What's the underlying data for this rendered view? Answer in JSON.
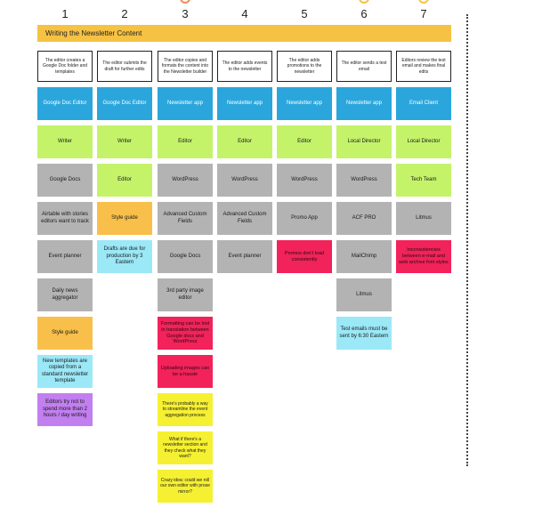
{
  "banner": "Writing the Newsletter Content",
  "column_numbers": [
    "1",
    "2",
    "3",
    "4",
    "5",
    "6",
    "7"
  ],
  "accent_circles": [
    "#f28a5b",
    "#f6c244",
    "#f6c244"
  ],
  "columns": [
    {
      "step": "The editor creates a Google Doc folder and templates",
      "cards": [
        {
          "color": "blue",
          "text": "Google Doc Editor"
        },
        {
          "color": "green",
          "text": "Writer"
        },
        {
          "color": "gray",
          "text": "Google Docs"
        },
        {
          "color": "gray",
          "text": "Airtable with stories editors want to track"
        },
        {
          "color": "gray",
          "text": "Event planner"
        },
        {
          "color": "gray",
          "text": "Daily news aggregator"
        },
        {
          "color": "orange",
          "text": "Style guide"
        },
        {
          "color": "lightblue",
          "text": "New templates are copied from a standard newsletter template"
        },
        {
          "color": "purple",
          "text": "Editors try not to spend more than 2 hours / day writing"
        }
      ]
    },
    {
      "step": "The editor submits the draft for further edits",
      "cards": [
        {
          "color": "blue",
          "text": "Google Doc Editor"
        },
        {
          "color": "green",
          "text": "Writer"
        },
        {
          "color": "green",
          "text": "Editor"
        },
        {
          "color": "orange",
          "text": "Style guide"
        },
        {
          "color": "lightblue",
          "text": "Drafts are due for production by 3 Eastern"
        }
      ]
    },
    {
      "step": "The editor copies and formats the content into the Newsletter builder",
      "cards": [
        {
          "color": "blue",
          "text": "Newsletter app"
        },
        {
          "color": "green",
          "text": "Editor"
        },
        {
          "color": "gray",
          "text": "WordPress"
        },
        {
          "color": "gray",
          "text": "Advanced Custom Fields"
        },
        {
          "color": "gray",
          "text": "Google Docs"
        },
        {
          "color": "gray",
          "text": "3rd party image editor"
        },
        {
          "color": "pink",
          "text": "Formatting can be lost in translation between Google docs and WordPress"
        },
        {
          "color": "pink",
          "text": "Uploading images can be a hassle"
        },
        {
          "color": "yellow",
          "text": "There's probably a way to streamline the event aggregation process"
        },
        {
          "color": "yellow",
          "text": "What if there's a newsletter section and they check what they want?"
        },
        {
          "color": "yellow",
          "text": "Crazy idea: could we roll our own editor with prose mirror?"
        }
      ]
    },
    {
      "step": "The editor adds events to the newsletter",
      "cards": [
        {
          "color": "blue",
          "text": "Newsletter app"
        },
        {
          "color": "green",
          "text": "Editor"
        },
        {
          "color": "gray",
          "text": "WordPress"
        },
        {
          "color": "gray",
          "text": "Advanced Custom Fields"
        },
        {
          "color": "gray",
          "text": "Event planner"
        }
      ]
    },
    {
      "step": "The editor adds promotions to the newsletter",
      "cards": [
        {
          "color": "blue",
          "text": "Newsletter app"
        },
        {
          "color": "green",
          "text": "Editor"
        },
        {
          "color": "gray",
          "text": "WordPress"
        },
        {
          "color": "gray",
          "text": "Promo App"
        },
        {
          "color": "pink",
          "text": "Promos don't load consistently"
        }
      ]
    },
    {
      "step": "The editor sends a test email",
      "cards": [
        {
          "color": "blue",
          "text": "Newsletter app"
        },
        {
          "color": "green",
          "text": "Local Director"
        },
        {
          "color": "gray",
          "text": "WordPress"
        },
        {
          "color": "gray",
          "text": "ACF PRO"
        },
        {
          "color": "gray",
          "text": "MailChimp"
        },
        {
          "color": "gray",
          "text": "Litmus"
        },
        {
          "color": "lightblue",
          "text": "Test emails must be sent by 6:30 Eastern"
        }
      ]
    },
    {
      "step": "Editors review the test email and makes final edits",
      "cards": [
        {
          "color": "blue",
          "text": "Email Client"
        },
        {
          "color": "green",
          "text": "Local Director"
        },
        {
          "color": "green",
          "text": "Tech Team"
        },
        {
          "color": "gray",
          "text": "Litmus"
        },
        {
          "color": "pink",
          "text": "Inconsistencies between e-mail and web archive font styles"
        }
      ]
    }
  ]
}
